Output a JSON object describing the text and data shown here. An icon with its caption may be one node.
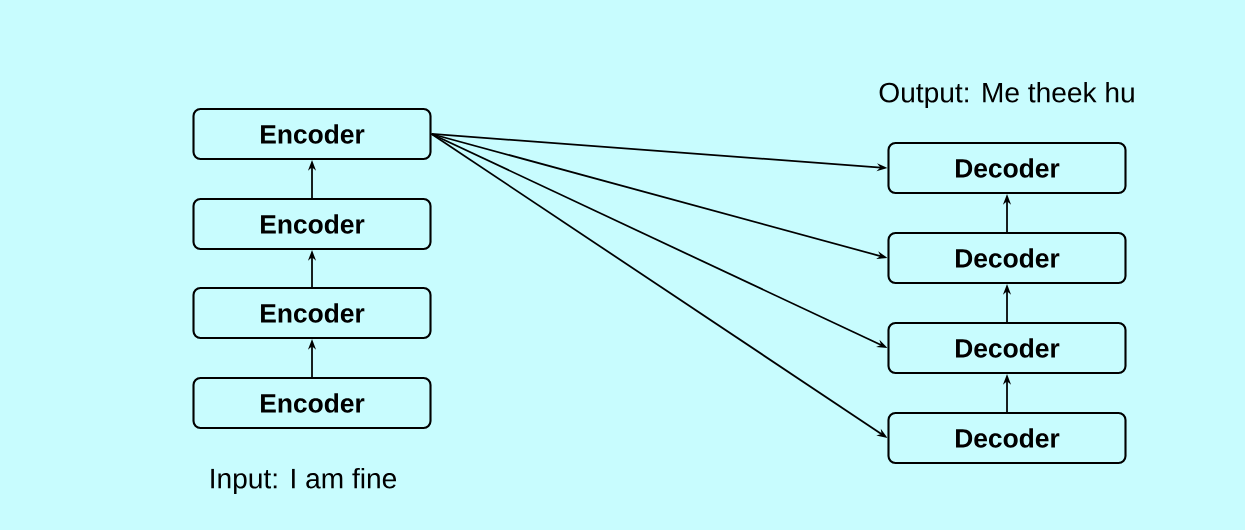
{
  "diagram": {
    "nodes": [
      {
        "text": [
          "Encoder"
        ]
      },
      {
        "text": [
          "Encoder"
        ]
      },
      {
        "text": [
          "Encoder"
        ]
      },
      {
        "text": [
          "Encoder"
        ]
      },
      {
        "text": [
          "Decoder"
        ]
      },
      {
        "text": [
          "Decoder"
        ]
      },
      {
        "text": [
          "Decoder"
        ]
      },
      {
        "text": [
          "Decoder"
        ]
      }
    ],
    "edges": [
      {
        "from": 3,
        "to": 2,
        "arrow": "to"
      },
      {
        "from": 2,
        "to": 1,
        "arrow": "to"
      },
      {
        "from": 1,
        "to": 0,
        "arrow": "to"
      },
      {
        "from": 7,
        "to": 6,
        "arrow": "to"
      },
      {
        "from": 6,
        "to": 5,
        "arrow": "to"
      },
      {
        "from": 5,
        "to": 4,
        "arrow": "to"
      },
      {
        "from": 0,
        "to": 4,
        "arrow": "to"
      },
      {
        "from": 0,
        "to": 5,
        "arrow": "to"
      },
      {
        "from": 0,
        "to": 6,
        "arrow": "to"
      },
      {
        "from": 0,
        "to": 7,
        "arrow": "to"
      }
    ],
    "labels": [
      "Output: Me theek hu",
      "Input: I am fine"
    ]
  }
}
